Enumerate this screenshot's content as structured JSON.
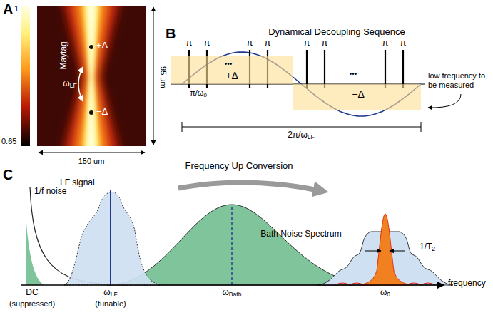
{
  "diagram": {
    "nodes": [
      {
        "text": [
          "+Δ"
        ]
      },
      {
        "text": [
          "−Δ"
        ]
      }
    ],
    "labels": [
      "A",
      "1",
      "0.65",
      "+Δ",
      "−Δ",
      "Maytag",
      "ωLF",
      "95 um",
      "150 um",
      "B",
      "Dynamical Decoupling Sequence",
      "π",
      "π",
      "π",
      "π",
      "π",
      "π",
      "π",
      "π",
      "•••",
      "•••",
      "π/ω0",
      "2π/ωLF",
      "low frequency to be measured",
      "C",
      "1/f noise",
      "LF signal",
      "Frequency Up Conversion",
      "Bath Noise Spectrum",
      "ωBath",
      "1/T2",
      "DC",
      "(suppressed)",
      "ωLF",
      "(tunable)",
      "ω0",
      "frequency"
    ]
  }
}
